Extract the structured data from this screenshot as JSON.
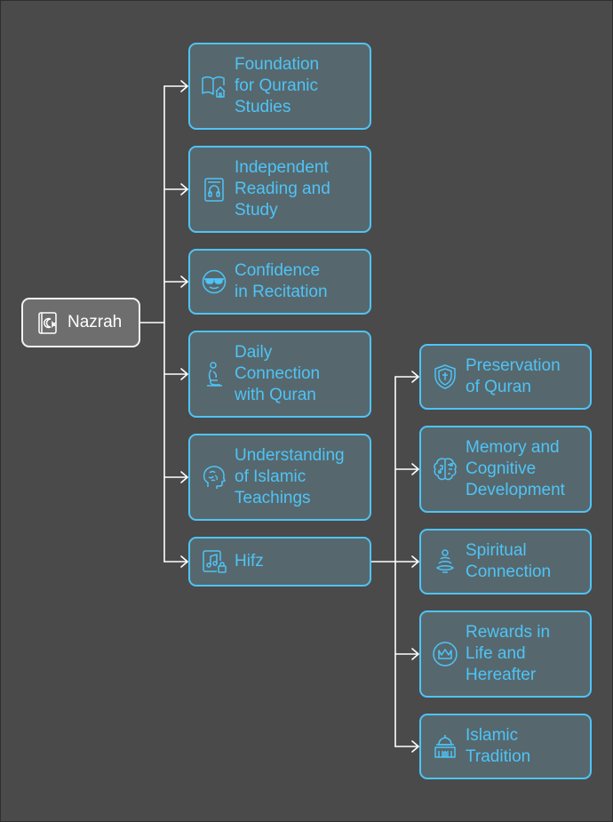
{
  "root": {
    "label": "Nazrah",
    "icon": "quran-book-icon"
  },
  "nazrah_children": [
    {
      "label": "Foundation\nfor Quranic\nStudies",
      "icon": "book-house-icon"
    },
    {
      "label": "Independent\nReading and\nStudy",
      "icon": "book-headphones-icon"
    },
    {
      "label": "Confidence\nin Recitation",
      "icon": "sunglasses-face-icon"
    },
    {
      "label": "Daily\nConnection\nwith Quran",
      "icon": "kneeling-prayer-icon"
    },
    {
      "label": "Understanding\nof Islamic\nTeachings",
      "icon": "brain-head-icon"
    },
    {
      "label": "Hifz",
      "icon": "music-lock-icon"
    }
  ],
  "hifz_children": [
    {
      "label": "Preservation\nof Quran",
      "icon": "shield-icon"
    },
    {
      "label": "Memory and\nCognitive\nDevelopment",
      "icon": "brain-circuit-icon"
    },
    {
      "label": "Spiritual\nConnection",
      "icon": "meditation-icon"
    },
    {
      "label": "Rewards in\nLife and\nHereafter",
      "icon": "crown-icon"
    },
    {
      "label": "Islamic\nTradition",
      "icon": "mosque-icon"
    }
  ]
}
